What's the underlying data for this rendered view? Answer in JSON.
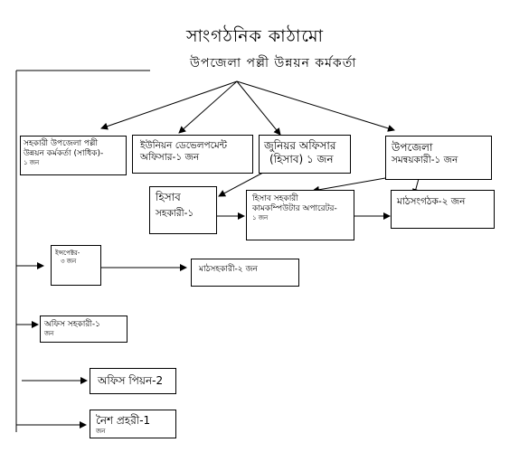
{
  "title": "সাংগঠনিক কাঠামো",
  "subtitle": "উপজেলা পল্লী উন্নয়ন কর্মকর্তা",
  "boxes": {
    "assistant_officer": {
      "line1": "সহকারী উপজেলা পল্লী",
      "line2": "উন্নয়ন কর্মকর্তা (সাধিক)-",
      "line3": "১ জন"
    },
    "union_dev_officer": {
      "line1": "ইউনিয়ন ডেভেলপমেন্ট",
      "line2": "অফিসার-১ জন"
    },
    "junior_officer": {
      "line1": "জুনিয়র অফিসার",
      "line2": "(হিসাব) ১ জন"
    },
    "upazila_coordinator": {
      "line1": "উপজেলা",
      "line2": "সমন্বয়কারী-১ জন"
    },
    "accounts_assistant": {
      "line1": "হিসাব",
      "line2": "সহকারী-১"
    },
    "computer_operator": {
      "line1": "হিসাব সহকারী",
      "line2": "কামকম্পিউটার অপারেটর-",
      "line3": "১ জন"
    },
    "field_organizer": {
      "line1": "মাঠসংগঠক-২ জন"
    },
    "inspector": {
      "line1": "ইন্সপেক্টর-",
      "line2": "৩ জন"
    },
    "field_assistant": {
      "line1": "মাঠসহকারী-২ জন"
    },
    "office_assistant": {
      "line1": "অফিস সহকারী-১",
      "line2": "জন"
    },
    "office_peon": {
      "line1": "অফিস পিয়ন-2"
    },
    "night_guard": {
      "line1": "নৈশ প্রহরী-1",
      "line2": "জন"
    }
  }
}
